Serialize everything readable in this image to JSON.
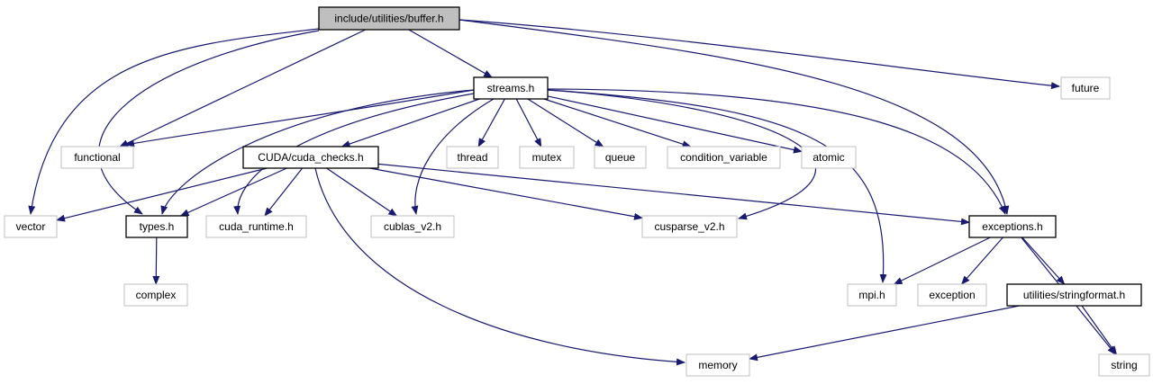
{
  "colors": {
    "edge": "#191970",
    "root_fill": "#bfbfbf",
    "documented_border": "#000000",
    "external_border": "#bfbfbf"
  },
  "nodes": [
    {
      "id": "buffer",
      "label": "include/utilities/buffer.h",
      "kind": "root"
    },
    {
      "id": "streams",
      "label": "streams.h",
      "kind": "documented"
    },
    {
      "id": "future",
      "label": "future",
      "kind": "external"
    },
    {
      "id": "functional",
      "label": "functional",
      "kind": "external"
    },
    {
      "id": "cuda_checks",
      "label": "CUDA/cuda_checks.h",
      "kind": "documented"
    },
    {
      "id": "thread",
      "label": "thread",
      "kind": "external"
    },
    {
      "id": "mutex",
      "label": "mutex",
      "kind": "external"
    },
    {
      "id": "queue",
      "label": "queue",
      "kind": "external"
    },
    {
      "id": "condition_variable",
      "label": "condition_variable",
      "kind": "external"
    },
    {
      "id": "atomic",
      "label": "atomic",
      "kind": "external"
    },
    {
      "id": "vector",
      "label": "vector",
      "kind": "external"
    },
    {
      "id": "types",
      "label": "types.h",
      "kind": "documented"
    },
    {
      "id": "cuda_runtime",
      "label": "cuda_runtime.h",
      "kind": "external"
    },
    {
      "id": "cublas",
      "label": "cublas_v2.h",
      "kind": "external"
    },
    {
      "id": "cusparse",
      "label": "cusparse_v2.h",
      "kind": "external"
    },
    {
      "id": "exceptions",
      "label": "exceptions.h",
      "kind": "documented"
    },
    {
      "id": "complex",
      "label": "complex",
      "kind": "external"
    },
    {
      "id": "mpi",
      "label": "mpi.h",
      "kind": "external"
    },
    {
      "id": "exception",
      "label": "exception",
      "kind": "external"
    },
    {
      "id": "stringformat",
      "label": "utilities/stringformat.h",
      "kind": "documented"
    },
    {
      "id": "memory",
      "label": "memory",
      "kind": "external"
    },
    {
      "id": "string",
      "label": "string",
      "kind": "external"
    }
  ],
  "edges": [
    [
      "buffer",
      "streams"
    ],
    [
      "buffer",
      "future"
    ],
    [
      "buffer",
      "functional"
    ],
    [
      "buffer",
      "vector"
    ],
    [
      "buffer",
      "types"
    ],
    [
      "buffer",
      "exceptions"
    ],
    [
      "streams",
      "functional"
    ],
    [
      "streams",
      "cuda_checks"
    ],
    [
      "streams",
      "thread"
    ],
    [
      "streams",
      "mutex"
    ],
    [
      "streams",
      "queue"
    ],
    [
      "streams",
      "condition_variable"
    ],
    [
      "streams",
      "atomic"
    ],
    [
      "streams",
      "types"
    ],
    [
      "streams",
      "cuda_runtime"
    ],
    [
      "streams",
      "cublas"
    ],
    [
      "streams",
      "cusparse"
    ],
    [
      "streams",
      "exceptions"
    ],
    [
      "streams",
      "mpi"
    ],
    [
      "cuda_checks",
      "vector"
    ],
    [
      "cuda_checks",
      "types"
    ],
    [
      "cuda_checks",
      "cuda_runtime"
    ],
    [
      "cuda_checks",
      "cublas"
    ],
    [
      "cuda_checks",
      "cusparse"
    ],
    [
      "cuda_checks",
      "exceptions"
    ],
    [
      "cuda_checks",
      "memory"
    ],
    [
      "types",
      "complex"
    ],
    [
      "exceptions",
      "mpi"
    ],
    [
      "exceptions",
      "exception"
    ],
    [
      "exceptions",
      "stringformat"
    ],
    [
      "exceptions",
      "string"
    ],
    [
      "stringformat",
      "memory"
    ],
    [
      "stringformat",
      "string"
    ]
  ]
}
